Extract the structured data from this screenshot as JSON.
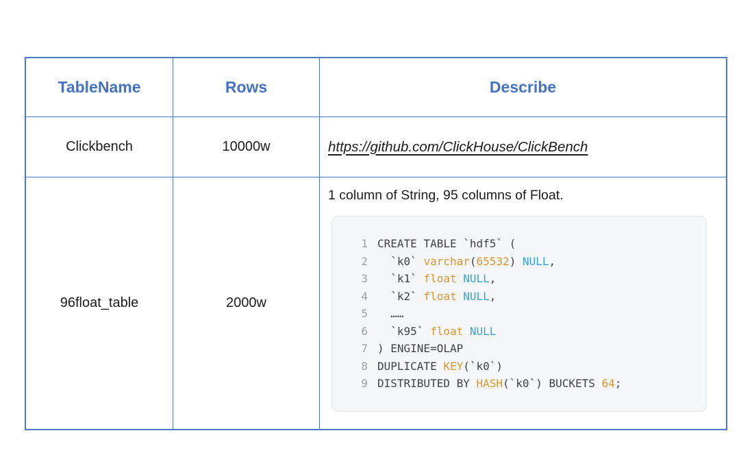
{
  "colors": {
    "accent": "#4472c4",
    "table-border": "#4d7ac5",
    "text": "#1b1b1b",
    "code-bg": "#f4f6f8",
    "code-border": "#e2e6e9",
    "code-default": "#3d4247",
    "code-keyword": "#d9962e",
    "code-literal": "#35a3d9",
    "code-line-number": "#9aa0a6"
  },
  "table": {
    "headers": [
      "TableName",
      "Rows",
      "Describe"
    ],
    "rows": [
      {
        "table_name": "Clickbench",
        "row_count": "10000w",
        "describe": {
          "link": "https://github.com/ClickHouse/ClickBench"
        }
      },
      {
        "table_name": "96float_table",
        "row_count": "2000w",
        "describe": {
          "text": "1 column of String, 95 columns of Float."
        }
      }
    ]
  },
  "code_block": {
    "language": "sql",
    "lines": [
      {
        "num": "1",
        "segments": [
          {
            "s": "d",
            "t": "CREATE TABLE `hdf5` ("
          }
        ]
      },
      {
        "num": "2",
        "segments": [
          {
            "s": "d",
            "t": "  `k0` "
          },
          {
            "s": "k",
            "t": "varchar"
          },
          {
            "s": "d",
            "t": "("
          },
          {
            "s": "k",
            "t": "65532"
          },
          {
            "s": "d",
            "t": ") "
          },
          {
            "s": "l",
            "t": "NULL"
          },
          {
            "s": "d",
            "t": ","
          }
        ]
      },
      {
        "num": "3",
        "segments": [
          {
            "s": "d",
            "t": "  `k1` "
          },
          {
            "s": "k",
            "t": "float"
          },
          {
            "s": "d",
            "t": " "
          },
          {
            "s": "l",
            "t": "NULL"
          },
          {
            "s": "d",
            "t": ","
          }
        ]
      },
      {
        "num": "4",
        "segments": [
          {
            "s": "d",
            "t": "  `k2` "
          },
          {
            "s": "k",
            "t": "float"
          },
          {
            "s": "d",
            "t": " "
          },
          {
            "s": "l",
            "t": "NULL"
          },
          {
            "s": "d",
            "t": ","
          }
        ]
      },
      {
        "num": "5",
        "segments": [
          {
            "s": "d",
            "t": "  ……"
          }
        ]
      },
      {
        "num": "6",
        "segments": [
          {
            "s": "d",
            "t": "  `k95` "
          },
          {
            "s": "k",
            "t": "float"
          },
          {
            "s": "d",
            "t": " "
          },
          {
            "s": "l",
            "t": "NULL"
          }
        ]
      },
      {
        "num": "7",
        "segments": [
          {
            "s": "d",
            "t": ") ENGINE=OLAP"
          }
        ]
      },
      {
        "num": "8",
        "segments": [
          {
            "s": "d",
            "t": "DUPLICATE "
          },
          {
            "s": "k",
            "t": "KEY"
          },
          {
            "s": "d",
            "t": "(`k0`)"
          }
        ]
      },
      {
        "num": "9",
        "segments": [
          {
            "s": "d",
            "t": "DISTRIBUTED BY "
          },
          {
            "s": "k",
            "t": "HASH"
          },
          {
            "s": "d",
            "t": "(`k0`) BUCKETS "
          },
          {
            "s": "k",
            "t": "64"
          },
          {
            "s": "d",
            "t": ";"
          }
        ]
      }
    ]
  }
}
